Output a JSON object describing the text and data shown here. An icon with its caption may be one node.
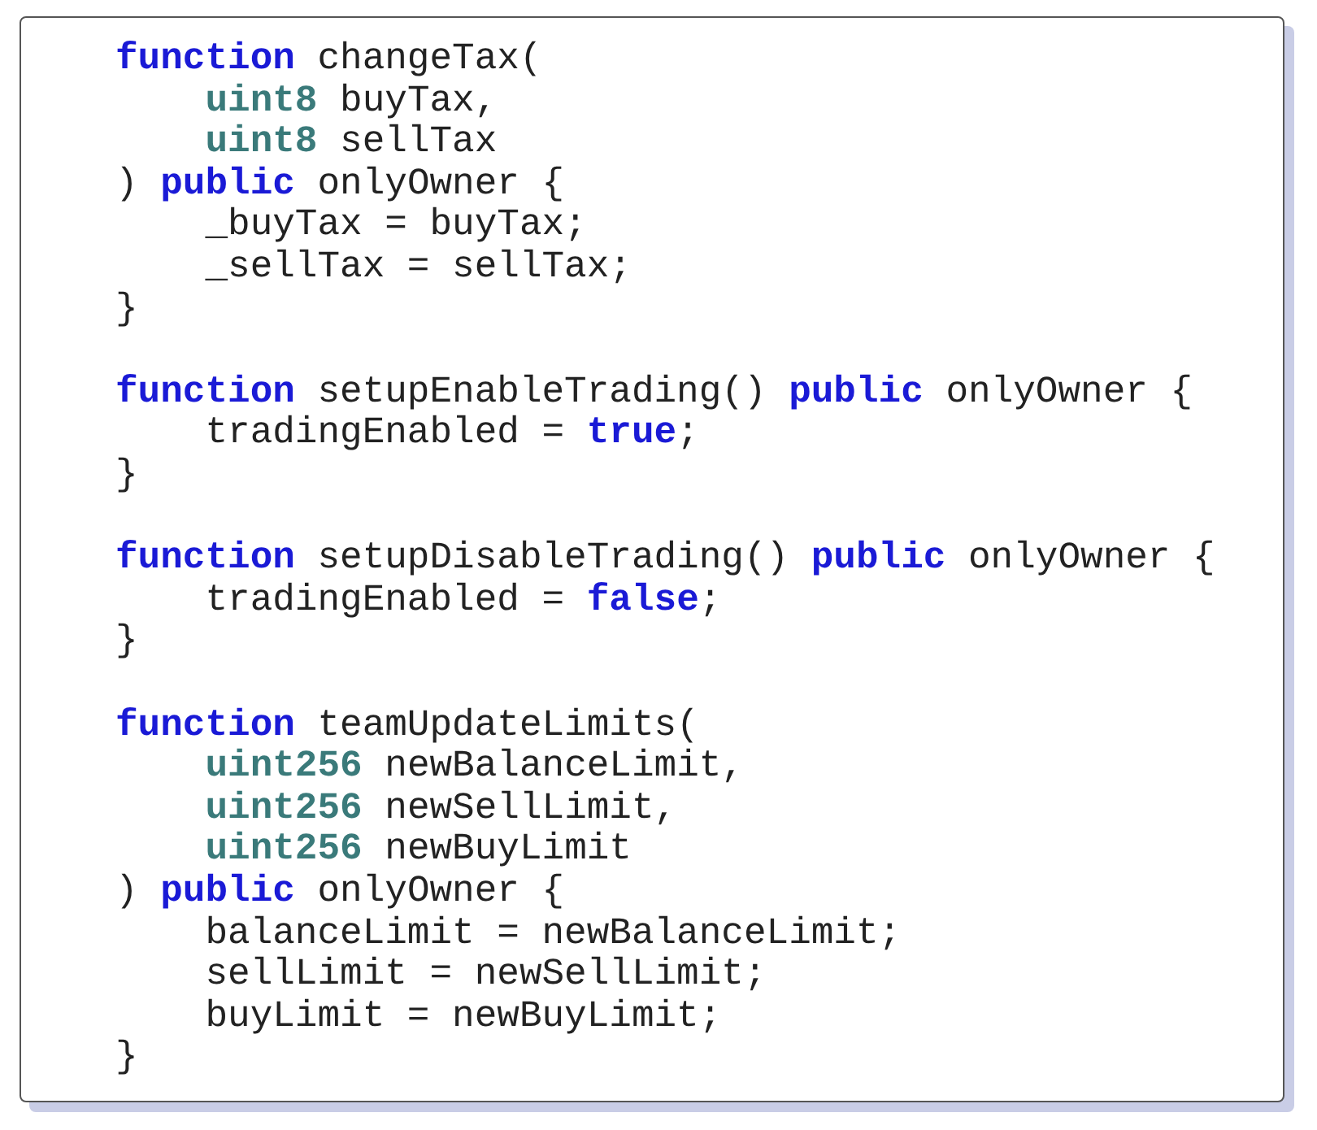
{
  "diagram": {
    "labels": [
      "**function** changeTax(",
      "    **uint8** buyTax,",
      "    **uint8** sellTax",
      ") **public** onlyOwner {",
      "    _buyTax = buyTax;",
      "    _sellTax = sellTax;",
      "}",
      "**function** setupEnableTrading() **public** onlyOwner {",
      "    tradingEnabled = **true**;",
      "}",
      "**function** setupDisableTrading() **public** onlyOwner {",
      "    tradingEnabled = **false**;",
      "}",
      "**function** teamUpdateLimits(",
      "    **uint256** newBalanceLimit,",
      "    **uint256** newSellLimit,",
      "    **uint256** newBuyLimit",
      ") **public** onlyOwner {",
      "    balanceLimit = newBalanceLimit;",
      "    sellLimit = newSellLimit;",
      "    buyLimit = newBuyLimit;",
      "}"
    ]
  }
}
